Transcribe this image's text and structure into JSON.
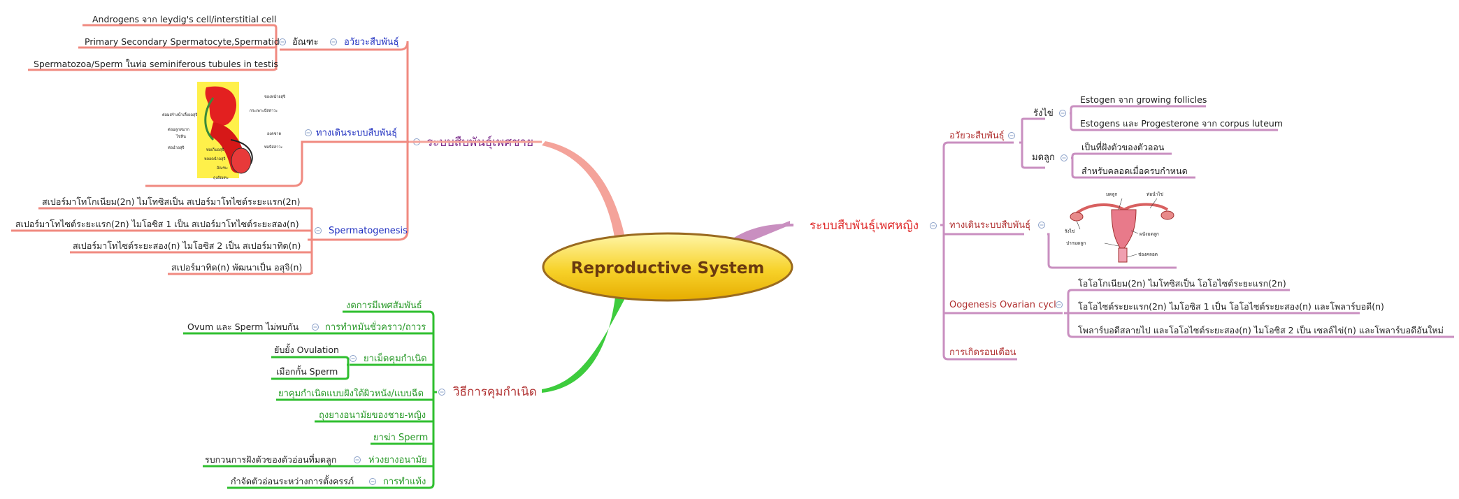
{
  "center": "Reproductive System",
  "male": {
    "title": "ระบบสืบพันธุ์เพศชาย",
    "organs": {
      "label": "อวัยวะสืบพันธุ์",
      "testis": {
        "label": "อัณฑะ",
        "items": [
          "Androgens จาก leydig's cell/interstitial cell",
          "Primary Secondary Spermatocyte,Spermatid",
          "Spermatozoa/Sperm ในท่อ seminiferous tubules in testis"
        ]
      }
    },
    "tract": {
      "label": "ทางเดินระบบสืบพันธุ์",
      "figure_labels": [
        "ต่อมสร้างน้ำเลี้ยงอสุจิ",
        "ต่อมลูกหมาก",
        "ไข่ทิน",
        "ท่อนำอสุจิ",
        "ท่อเก็บอสุจิ",
        "หลอดนำอสุจิ",
        "กระเพาะปัสสาวะ",
        "องคชาต",
        "ท่อปัสสาวะ",
        "ถุงอัณฑะ",
        "อัณฑะ"
      ]
    },
    "spermatogenesis": {
      "label": "Spermatogenesis",
      "items": [
        "สเปอร์มาโทโกเนียม(2n) ไมโทซิสเป็น สเปอร์มาโทไซต์ระยะแรก(2n)",
        "สเปอร์มาโทไซต์ระยะแรก(2n) ไมโอซิส 1 เป็น สเปอร์มาโทไซต์ระยะสอง(n)",
        "สเปอร์มาโทไซต์ระยะสอง(n) ไมโอซิส 2 เป็น สเปอร์มาทิด(n)",
        "สเปอร์มาทิด(n) พัฒนาเป็น อสุจิ(n)"
      ]
    }
  },
  "female": {
    "title": "ระบบสืบพันธุ์เพศหญิง",
    "organs": {
      "label": "อวัยวะสืบพันธุ์",
      "ovary": {
        "label": "รังไข่",
        "items": [
          "Estogen จาก growing follicles",
          "Estogens และ Progesterone จาก corpus luteum"
        ]
      },
      "uterus": {
        "label": "มดลูก",
        "items": [
          "เป็นที่ฝังตัวของตัวออน",
          "สำหรับคลอดเมื่อครบกำหนด"
        ]
      }
    },
    "tract": {
      "label": "ทางเดินระบบสืบพันธุ์",
      "figure_labels": [
        "มดลูก",
        "ท่อนำไข่",
        "รังไข่",
        "ผนังมดลูก",
        "ปากมดลูก",
        "ช่องคลอด"
      ]
    },
    "oogenesis": {
      "label": "Oogenesis Ovarian cycle",
      "items": [
        "โอโอโกเนียม(2n) ไมโทซิสเป็น โอโอไซต์ระยะแรก(2n)",
        "โอโอไซต์ระยะแรก(2n) ไมโอซิส 1 เป็น โอโอไซต์ระยะสอง(n) และโพลาร์บอดี(n)",
        "โพลาร์บอดีสลายไป และโอโอไซต์ระยะสอง(n) ไมโอซิส 2 เป็น เซลล์ไข่(n) และโพลาร์บอดีอันใหม่"
      ]
    },
    "menstruation": "การเกิดรอบเดือน"
  },
  "contraception": {
    "title": "วิธีการคุมกำเนิด",
    "methods": [
      {
        "label": "งดการมีเพศสัมพันธ์"
      },
      {
        "label": "การทำหมันชั่วคราว/ถาวร",
        "note": "Ovum และ Sperm ไม่พบกัน"
      },
      {
        "label": "ยาเม็ดคุมกำเนิด",
        "notes": [
          "ยับยั้ง Ovulation",
          "เมือกกั้น Sperm"
        ]
      },
      {
        "label": "ยาคุมกำเนิดแบบฝังใต้ผิวหนัง/แบบฉีด"
      },
      {
        "label": "ถุงยางอนามัยของชาย-หญิง"
      },
      {
        "label": "ยาฆ่า Sperm"
      },
      {
        "label": "ห่วงยางอนามัย",
        "note": "รบกวนการฝังตัวของตัวอ่อนที่มดลูก"
      },
      {
        "label": "การทำแท้ง",
        "note": "กำจัดตัวอ่อนระหว่างการตั้งครรภ์"
      }
    ]
  },
  "colors": {
    "male_branch": "#f4a39a",
    "male_line": "#f08a80",
    "female_branch": "#c98fc0",
    "female_line": "#c98fc0",
    "contra_branch": "#3dcc3d",
    "contra_line": "#2fbf2f",
    "male_title": "#7a2a8a",
    "female_title": "#e03030",
    "male_sub": "#2030c0",
    "female_sub": "#b03030",
    "contra_title": "#b03030",
    "contra_sub": "#2a9a2a",
    "center_fill": "#f5c400",
    "center_stroke": "#9a6a20",
    "center_text": "#6a3a10"
  }
}
